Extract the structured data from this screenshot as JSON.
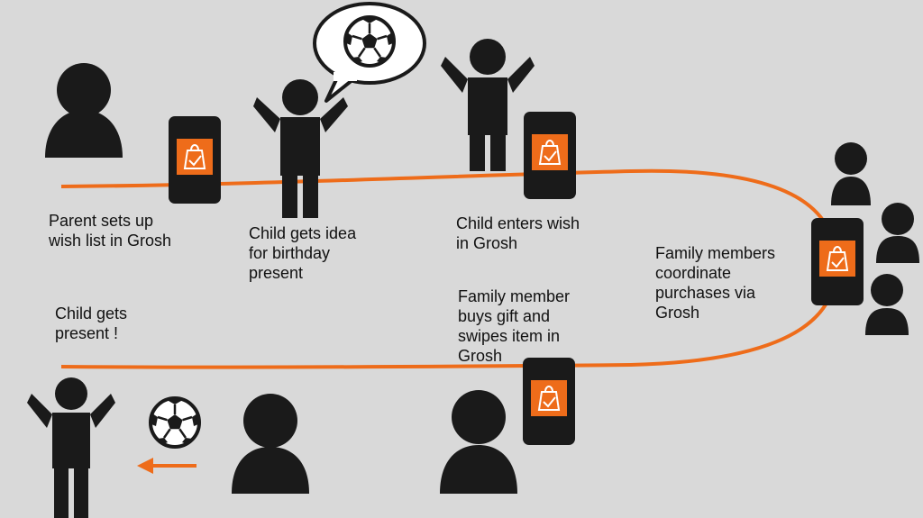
{
  "colors": {
    "background": "#d9d9d9",
    "accent": "#ee6c1a",
    "figure": "#1a1a1a"
  },
  "steps": [
    {
      "label": "Parent sets up\nwish list in Grosh",
      "icons": [
        "parent-person-icon",
        "phone-app-icon"
      ]
    },
    {
      "label": "Child gets idea\nfor birthday\npresent",
      "icons": [
        "child-raised-arms-icon",
        "speech-bubble-icon",
        "soccer-ball-icon"
      ]
    },
    {
      "label": "Child enters wish\nin Grosh",
      "icons": [
        "child-raised-arms-icon",
        "phone-app-icon"
      ]
    },
    {
      "label": "Family members\ncoordinate\npurchases via\nGrosh",
      "icons": [
        "family-group-icon",
        "phone-app-icon"
      ]
    },
    {
      "label": "Family member\nbuys gift and\nswipes item in\nGrosh",
      "icons": [
        "family-member-person-icon",
        "phone-app-icon"
      ]
    },
    {
      "label": "Child gets\npresent !",
      "icons": [
        "child-raised-arms-icon",
        "soccer-ball-icon",
        "arrow-left-icon",
        "giver-person-icon"
      ]
    }
  ]
}
